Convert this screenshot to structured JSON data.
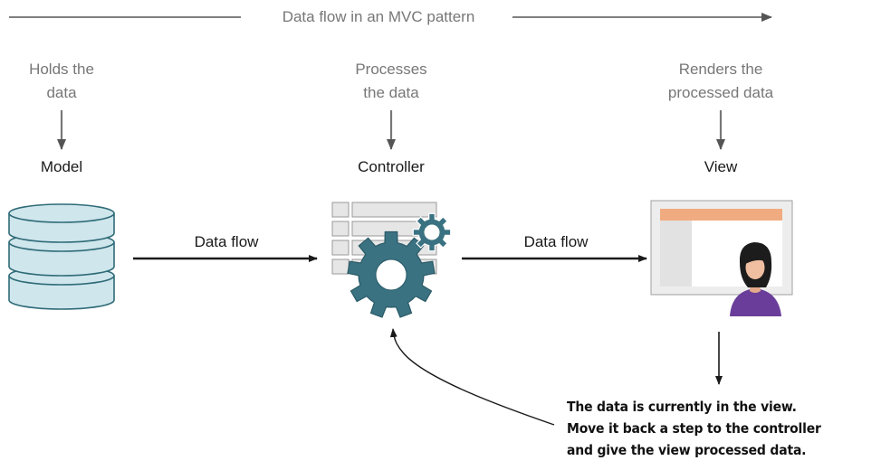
{
  "header": {
    "title": "Data flow in an MVC pattern"
  },
  "columns": {
    "model": {
      "description": "Holds the\ndata",
      "label": "Model"
    },
    "controller": {
      "description": "Processes\nthe data",
      "label": "Controller"
    },
    "view": {
      "description": "Renders the\nprocessed data",
      "label": "View"
    }
  },
  "flows": {
    "model_to_controller": "Data flow",
    "controller_to_view": "Data flow"
  },
  "note": {
    "lines": [
      "The data is currently in the view.",
      "Move it back a step to the controller",
      "and give the view processed data."
    ]
  },
  "colors": {
    "header_gray": "#777777",
    "db_fill": "#cfe6ec",
    "db_stroke": "#2f6b78",
    "gear": "#3a7282",
    "form_fill": "#e4e4e4",
    "screen_accent": "#f0ab80",
    "person_shirt": "#6a3d9a"
  }
}
